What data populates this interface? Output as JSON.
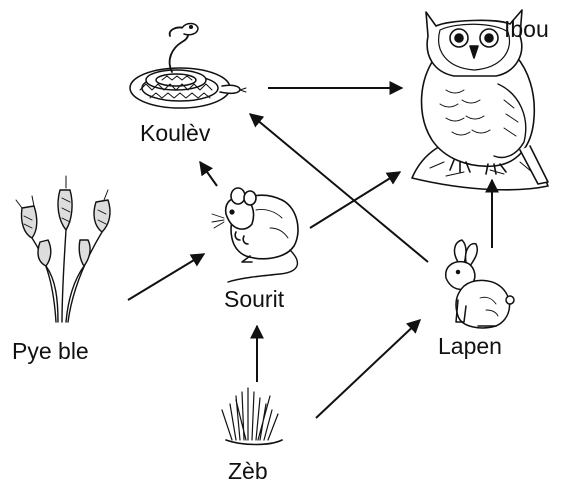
{
  "organisms": {
    "ibou": "Ibou",
    "koulev": "Koulèv",
    "sourit": "Sourit",
    "lapen": "Lapen",
    "pye_ble": "Pye ble",
    "zeb": "Zèb"
  },
  "links": [
    {
      "from": "Koulèv",
      "to": "Ibou"
    },
    {
      "from": "Sourit",
      "to": "Koulèv"
    },
    {
      "from": "Sourit",
      "to": "Ibou"
    },
    {
      "from": "Lapen",
      "to": "Koulèv"
    },
    {
      "from": "Lapen",
      "to": "Ibou"
    },
    {
      "from": "Pye ble",
      "to": "Sourit"
    },
    {
      "from": "Zèb",
      "to": "Sourit"
    },
    {
      "from": "Zèb",
      "to": "Lapen"
    }
  ]
}
